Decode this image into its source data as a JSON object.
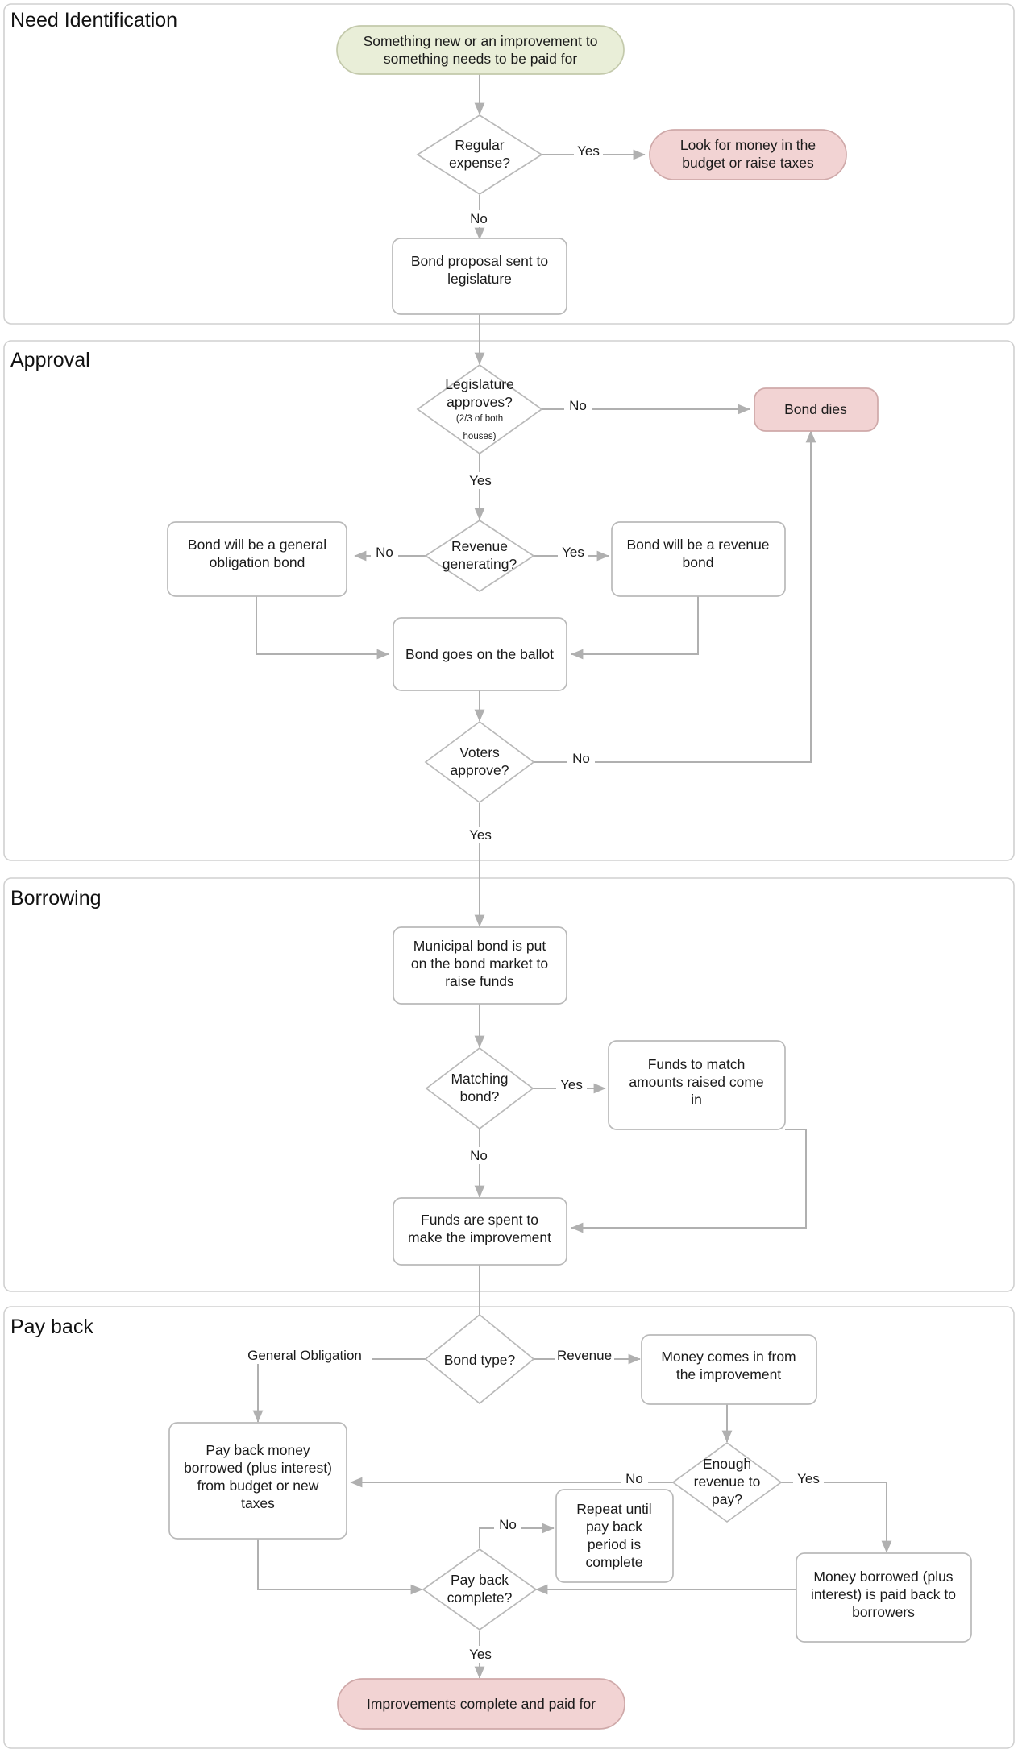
{
  "diagram": {
    "title": "Municipal Bond Process Flowchart",
    "colors": {
      "start_fill": "#e9eed8",
      "terminal_fill": "#f2d3d3",
      "node_fill": "#ffffff",
      "node_stroke": "#b9b9b9",
      "edge_stroke": "#b0b0b0",
      "lane_stroke": "#d0d0d0",
      "text": "#1a1a1a"
    },
    "lanes": [
      {
        "id": "need",
        "title": "Need Identification"
      },
      {
        "id": "approval",
        "title": "Approval"
      },
      {
        "id": "borrowing",
        "title": "Borrowing"
      },
      {
        "id": "payback",
        "title": "Pay back"
      }
    ],
    "nodes": {
      "start": {
        "label": "Something new or an improvement to something needs to be paid for",
        "shape": "stadium",
        "fill": "start"
      },
      "regular_expense": {
        "label": "Regular expense?",
        "shape": "diamond"
      },
      "look_for_money": {
        "label": "Look for money in the budget or raise taxes",
        "shape": "stadium",
        "fill": "terminal"
      },
      "bond_proposal": {
        "label": "Bond proposal sent to legislature",
        "shape": "box"
      },
      "legislature_approves": {
        "label": "Legislature approves?",
        "sub": "(2/3 of both houses)",
        "shape": "diamond"
      },
      "bond_dies": {
        "label": "Bond dies",
        "shape": "stadium",
        "fill": "terminal"
      },
      "revenue_generating": {
        "label": "Revenue generating?",
        "shape": "diamond"
      },
      "general_obligation_bond": {
        "label": "Bond will be a general obligation bond",
        "shape": "box"
      },
      "revenue_bond": {
        "label": "Bond will be a revenue bond",
        "shape": "box"
      },
      "bond_ballot": {
        "label": "Bond goes on the ballot",
        "shape": "box"
      },
      "voters_approve": {
        "label": "Voters approve?",
        "shape": "diamond"
      },
      "municipal_bond_market": {
        "label": "Municipal bond is put on the bond market to raise funds",
        "shape": "box"
      },
      "matching_bond": {
        "label": "Matching bond?",
        "shape": "diamond"
      },
      "funds_to_match": {
        "label": "Funds to match amounts raised come in",
        "shape": "box"
      },
      "funds_spent": {
        "label": "Funds are spent to make the improvement",
        "shape": "box"
      },
      "bond_type": {
        "label": "Bond type?",
        "shape": "diamond"
      },
      "money_comes_in": {
        "label": "Money comes in from the improvement",
        "shape": "box"
      },
      "pay_back_money": {
        "label": "Pay back money borrowed (plus interest) from budget or new taxes",
        "shape": "box"
      },
      "enough_revenue": {
        "label": "Enough revenue to pay?",
        "shape": "diamond"
      },
      "repeat_until": {
        "label": "Repeat until pay back period is complete",
        "shape": "box"
      },
      "money_borrowed_back": {
        "label": "Money borrowed (plus interest) is paid back to borrowers",
        "shape": "box"
      },
      "pay_back_complete": {
        "label": "Pay back complete?",
        "shape": "diamond"
      },
      "improvements_complete": {
        "label": "Improvements complete and paid for",
        "shape": "stadium",
        "fill": "terminal"
      }
    },
    "node_lines": {
      "start": [
        "Something new or an improvement to",
        "something needs to be paid for"
      ],
      "regular_expense": [
        "Regular",
        "expense?"
      ],
      "look_for_money": [
        "Look for money in the",
        "budget or raise taxes"
      ],
      "bond_proposal": [
        "Bond proposal sent to",
        "legislature"
      ],
      "legislature_approves": [
        "Legislature",
        "approves?"
      ],
      "legislature_sub": [
        "(2/3 of both",
        "houses)"
      ],
      "bond_dies": [
        "Bond dies"
      ],
      "revenue_generating": [
        "Revenue",
        "generating?"
      ],
      "general_obligation_bond": [
        "Bond will be a general",
        "obligation bond"
      ],
      "revenue_bond": [
        "Bond will be a revenue",
        "bond"
      ],
      "bond_ballot": [
        "Bond goes on the ballot"
      ],
      "voters_approve": [
        "Voters",
        "approve?"
      ],
      "municipal_bond_market": [
        "Municipal bond is put",
        "on the bond market to",
        "raise funds"
      ],
      "matching_bond": [
        "Matching",
        "bond?"
      ],
      "funds_to_match": [
        "Funds to match",
        "amounts raised come",
        "in"
      ],
      "funds_spent": [
        "Funds are spent to",
        "make the improvement"
      ],
      "bond_type": [
        "Bond type?"
      ],
      "money_comes_in": [
        "Money comes in from",
        "the improvement"
      ],
      "pay_back_money": [
        "Pay back money",
        "borrowed (plus interest)",
        "from budget or new",
        "taxes"
      ],
      "enough_revenue": [
        "Enough",
        "revenue to",
        "pay?"
      ],
      "repeat_until": [
        "Repeat until",
        "pay back",
        "period is",
        "complete"
      ],
      "money_borrowed_back": [
        "Money borrowed (plus",
        "interest) is paid back to",
        "borrowers"
      ],
      "pay_back_complete": [
        "Pay back",
        "complete?"
      ],
      "improvements_complete": [
        "Improvements complete and paid for"
      ]
    },
    "edge_labels": {
      "regular_yes": "Yes",
      "regular_no": "No",
      "legislature_no": "No",
      "legislature_yes": "Yes",
      "revenue_no": "No",
      "revenue_yes": "Yes",
      "voters_no": "No",
      "voters_yes": "Yes",
      "matching_yes": "Yes",
      "matching_no": "No",
      "bondtype_general": "General Obligation",
      "bondtype_revenue": "Revenue",
      "enough_no": "No",
      "enough_yes": "Yes",
      "payback_no": "No",
      "payback_yes": "Yes"
    }
  }
}
